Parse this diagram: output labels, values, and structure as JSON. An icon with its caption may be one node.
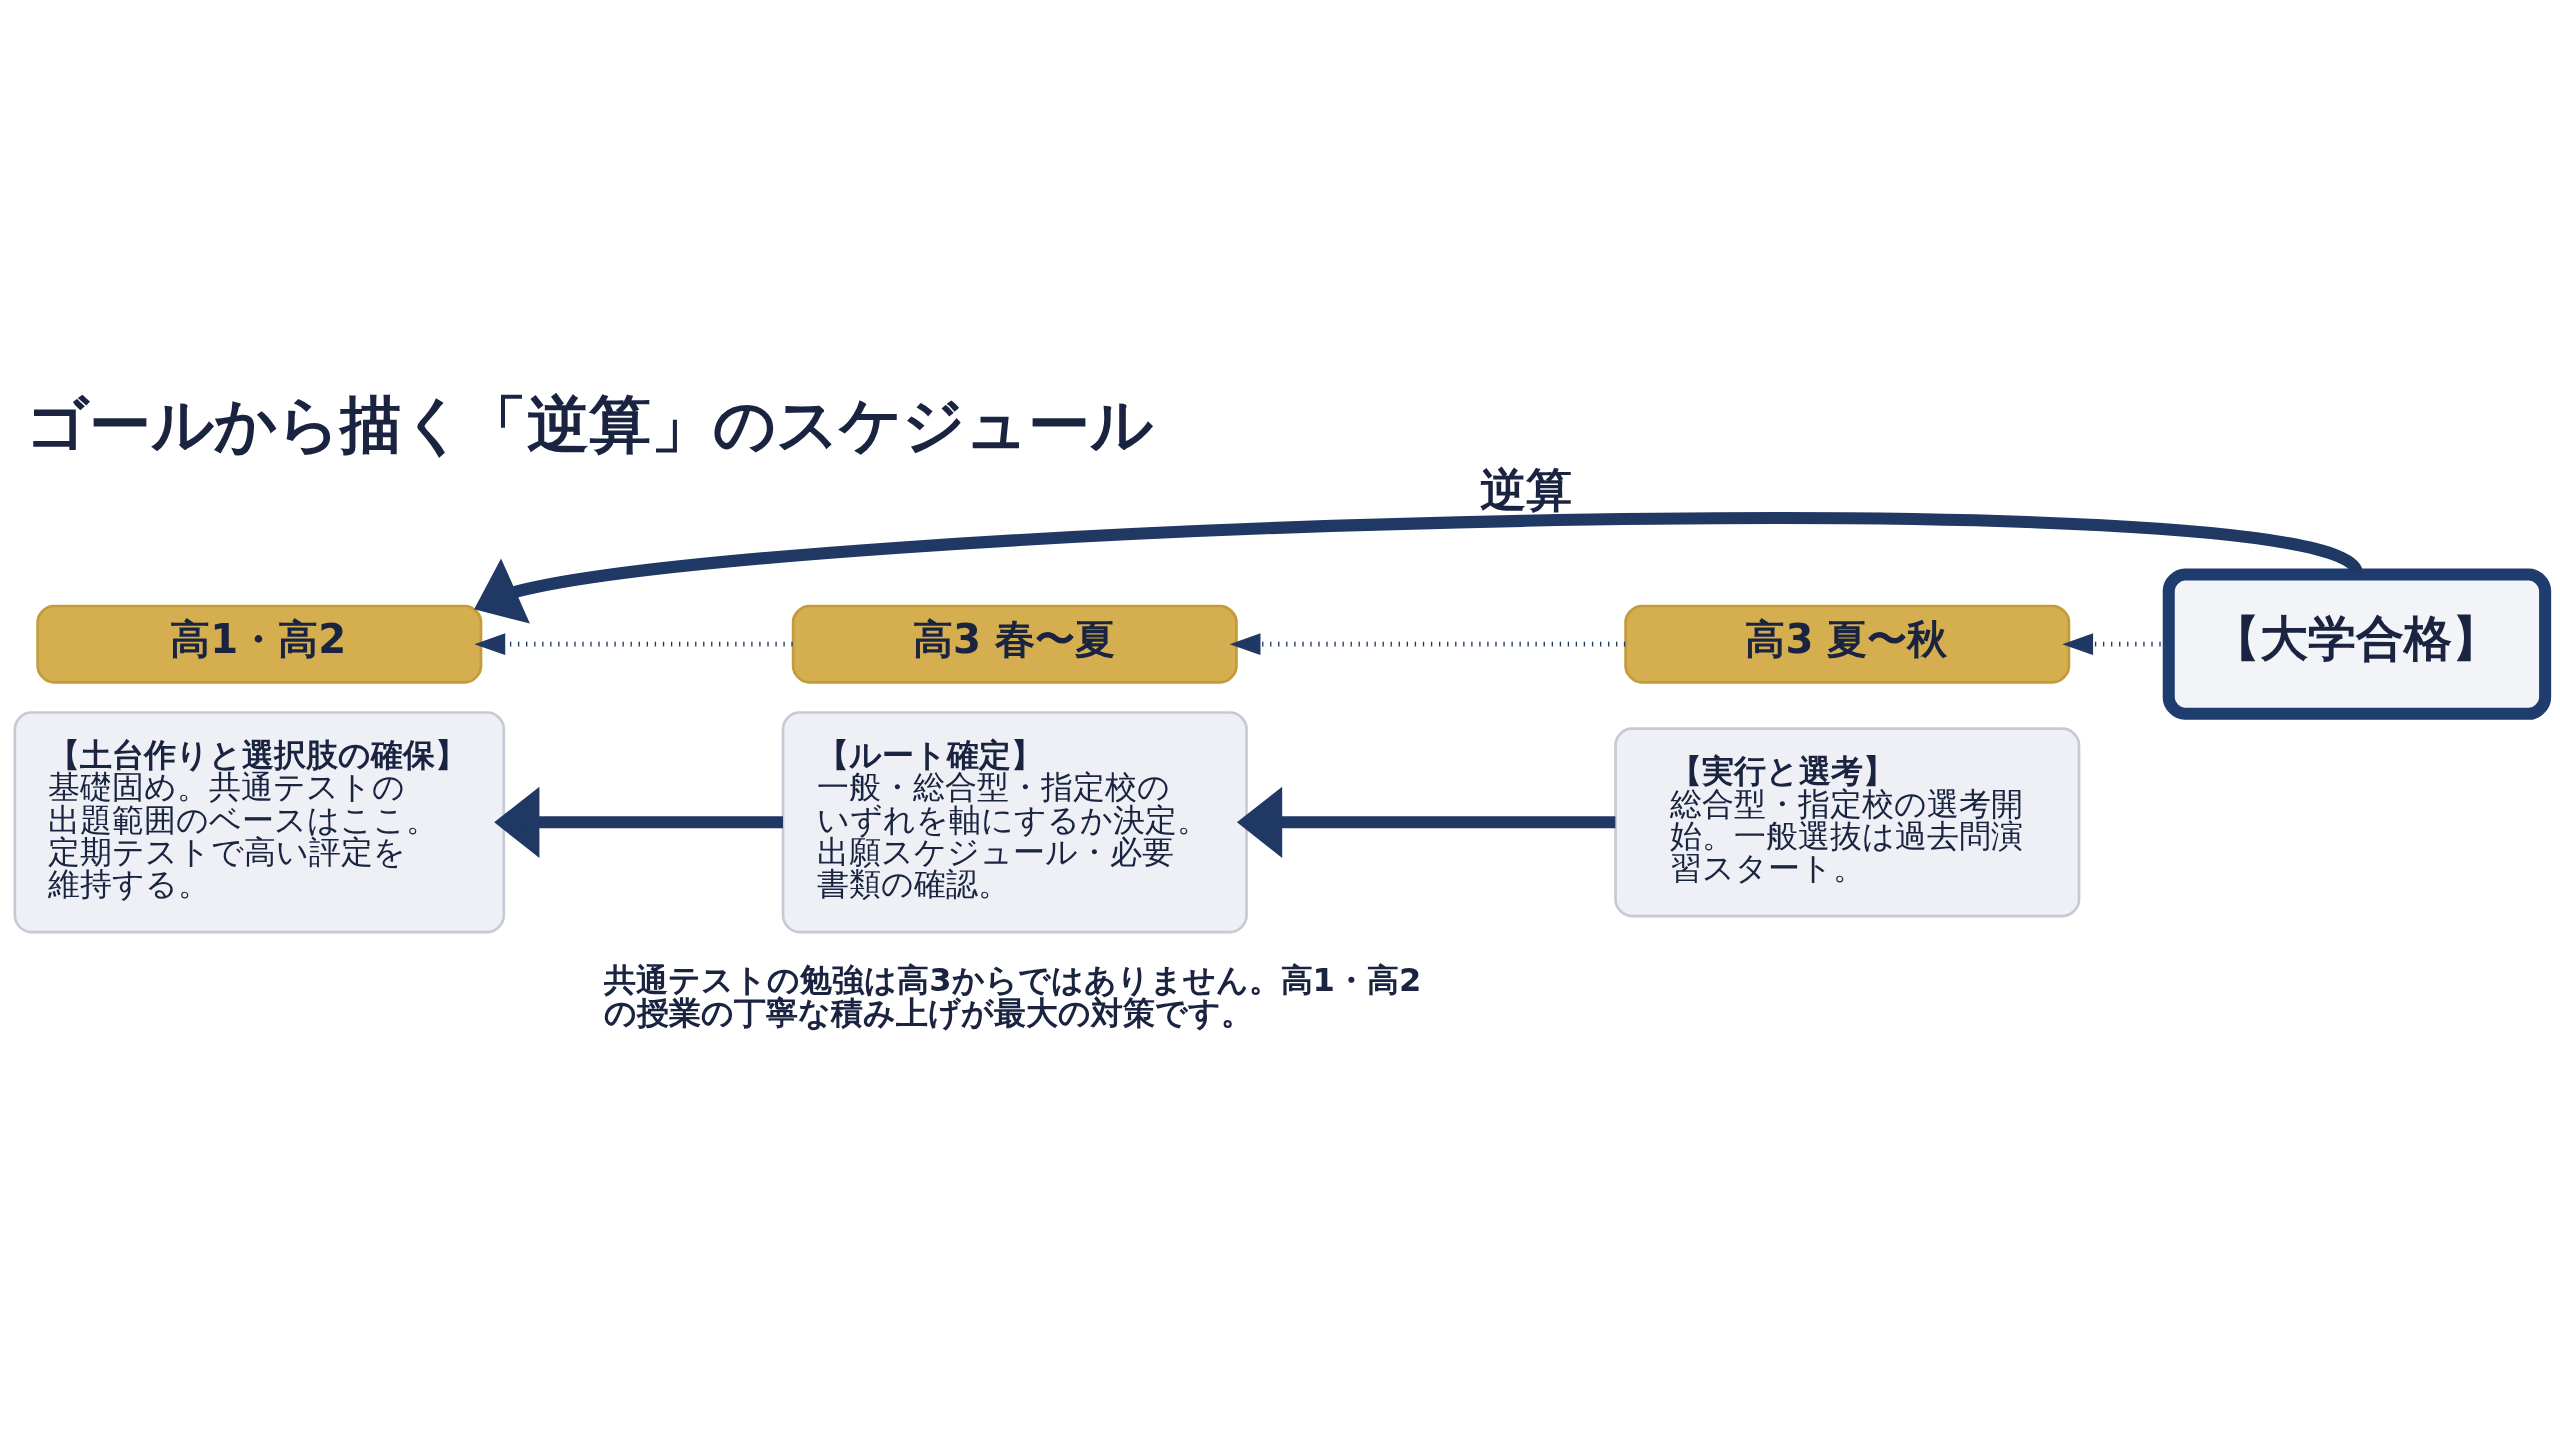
{
  "diagram": {
    "title": "ゴールから描く「逆算」のスケジュール",
    "nodes": [
      {
        "text": [
          "【大学合格】"
        ]
      },
      {
        "text": [
          "高1・高2"
        ]
      },
      {
        "text": [
          "【土台作りと選択肢の確保】",
          "基礎固め。共通テストの出題範囲のベースはここ。定期テストで高い評定を維持する。"
        ]
      },
      {
        "text": [
          "高3 春〜夏"
        ]
      },
      {
        "text": [
          "【ルート確定】",
          "一般・総合型・指定校のいずれを軸にするか決定。出願スケジュール・必要書類の確認。"
        ]
      },
      {
        "text": [
          "高3 夏〜秋"
        ]
      },
      {
        "text": [
          "【実行と選考】",
          "総合型・指定校の選考開始。一般選抜は過去問演習スタート。"
        ]
      }
    ],
    "edges": [
      {
        "from": 0,
        "to": 1,
        "arrow": "to",
        "label": "逆算",
        "style": "thick"
      },
      {
        "from": 0,
        "to": 5,
        "arrow": "to",
        "style": "dashed"
      },
      {
        "from": 5,
        "to": 3,
        "arrow": "to",
        "style": "dashed"
      },
      {
        "from": 3,
        "to": 1,
        "arrow": "to",
        "style": "dashed"
      },
      {
        "from": 6,
        "to": 4,
        "arrow": "to",
        "style": "thick"
      },
      {
        "from": 4,
        "to": 2,
        "arrow": "to",
        "style": "thick"
      }
    ],
    "labels": [
      "共通テストの勉強は高3からではありません。高1・高2の授業の丁寧な積み上げが最大の対策です。"
    ]
  }
}
